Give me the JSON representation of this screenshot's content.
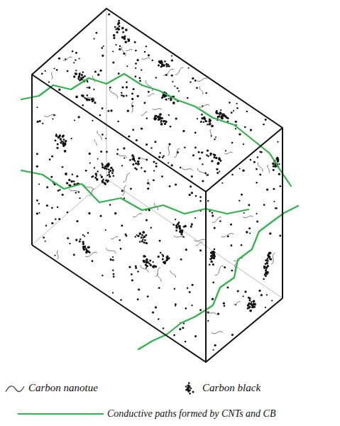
{
  "diagram": {
    "legend": [
      {
        "text": "Carbon nanotue"
      },
      {
        "text": "Carbon black"
      },
      {
        "text": "Conductive paths formed by CNTs and CB"
      }
    ]
  }
}
